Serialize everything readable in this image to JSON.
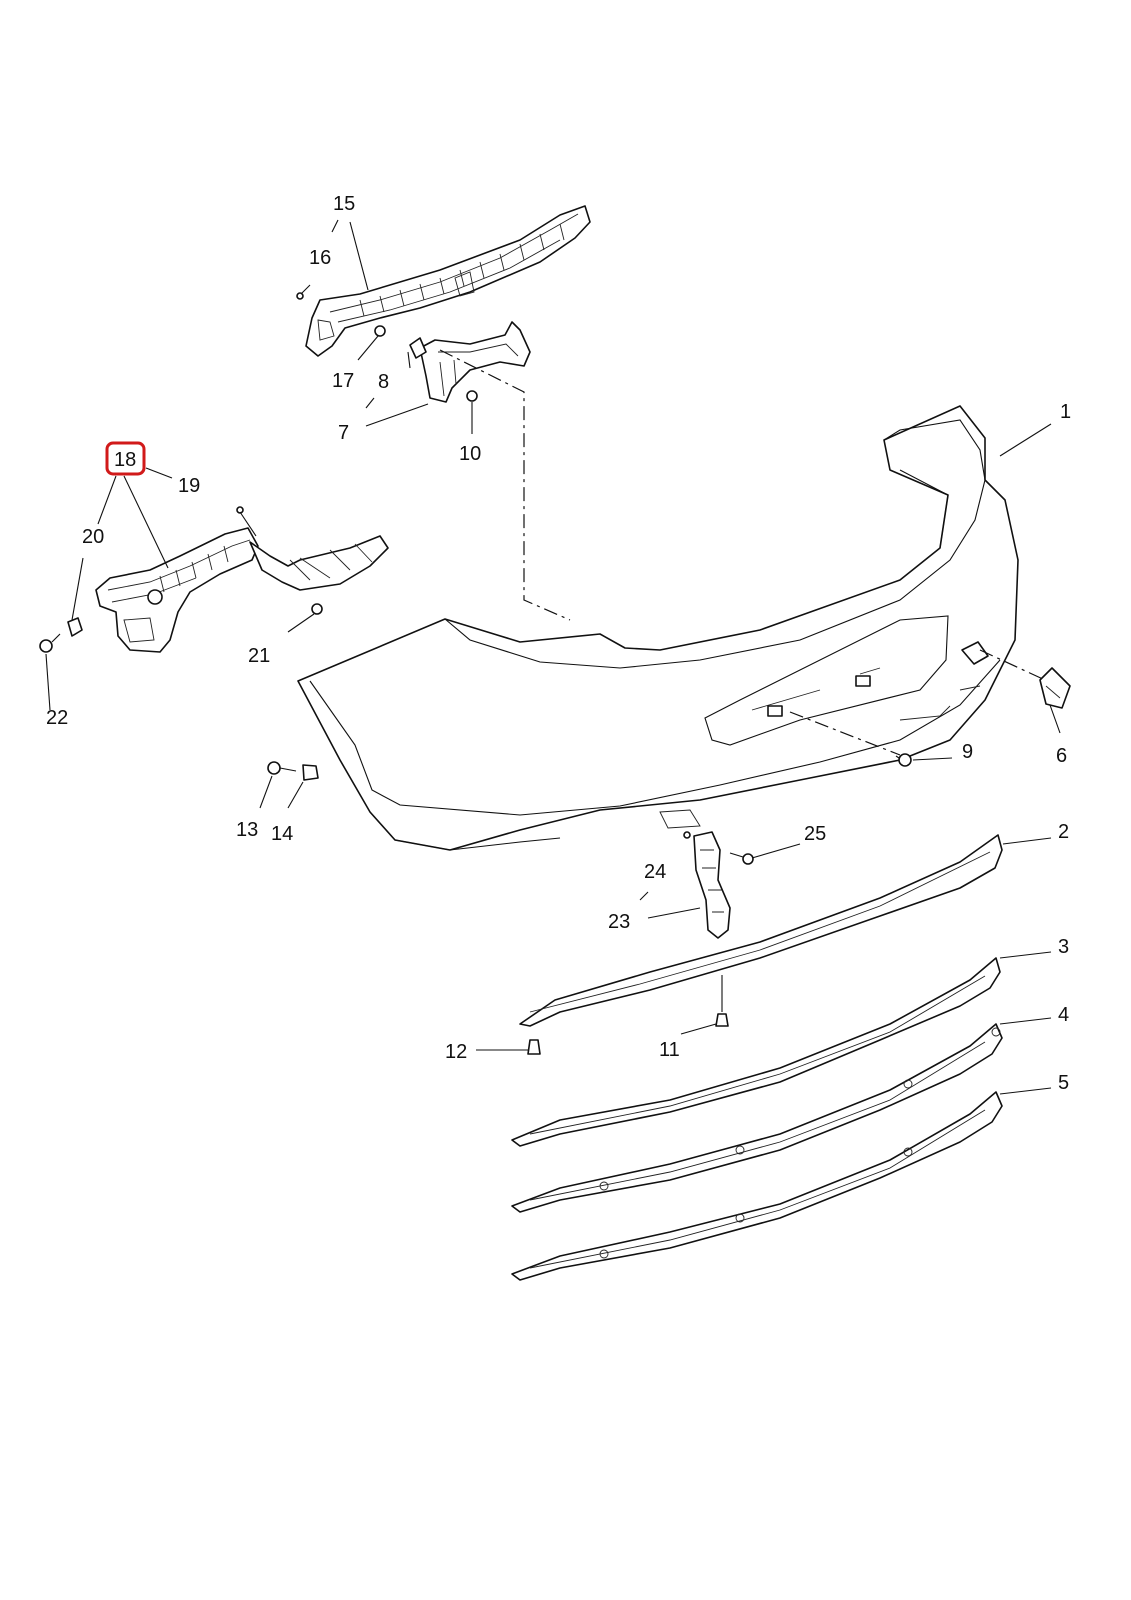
{
  "callouts": {
    "c1": "1",
    "c2": "2",
    "c3": "3",
    "c4": "4",
    "c5": "5",
    "c6": "6",
    "c7": "7",
    "c8": "8",
    "c9": "9",
    "c10": "10",
    "c11": "11",
    "c12": "12",
    "c13": "13",
    "c14": "14",
    "c15": "15",
    "c16": "16",
    "c17": "17",
    "c18": "18",
    "c19": "19",
    "c20": "20",
    "c21": "21",
    "c22": "22",
    "c23": "23",
    "c24": "24",
    "c25": "25"
  },
  "highlight": {
    "callout": "18",
    "color": "#d11a1a"
  }
}
